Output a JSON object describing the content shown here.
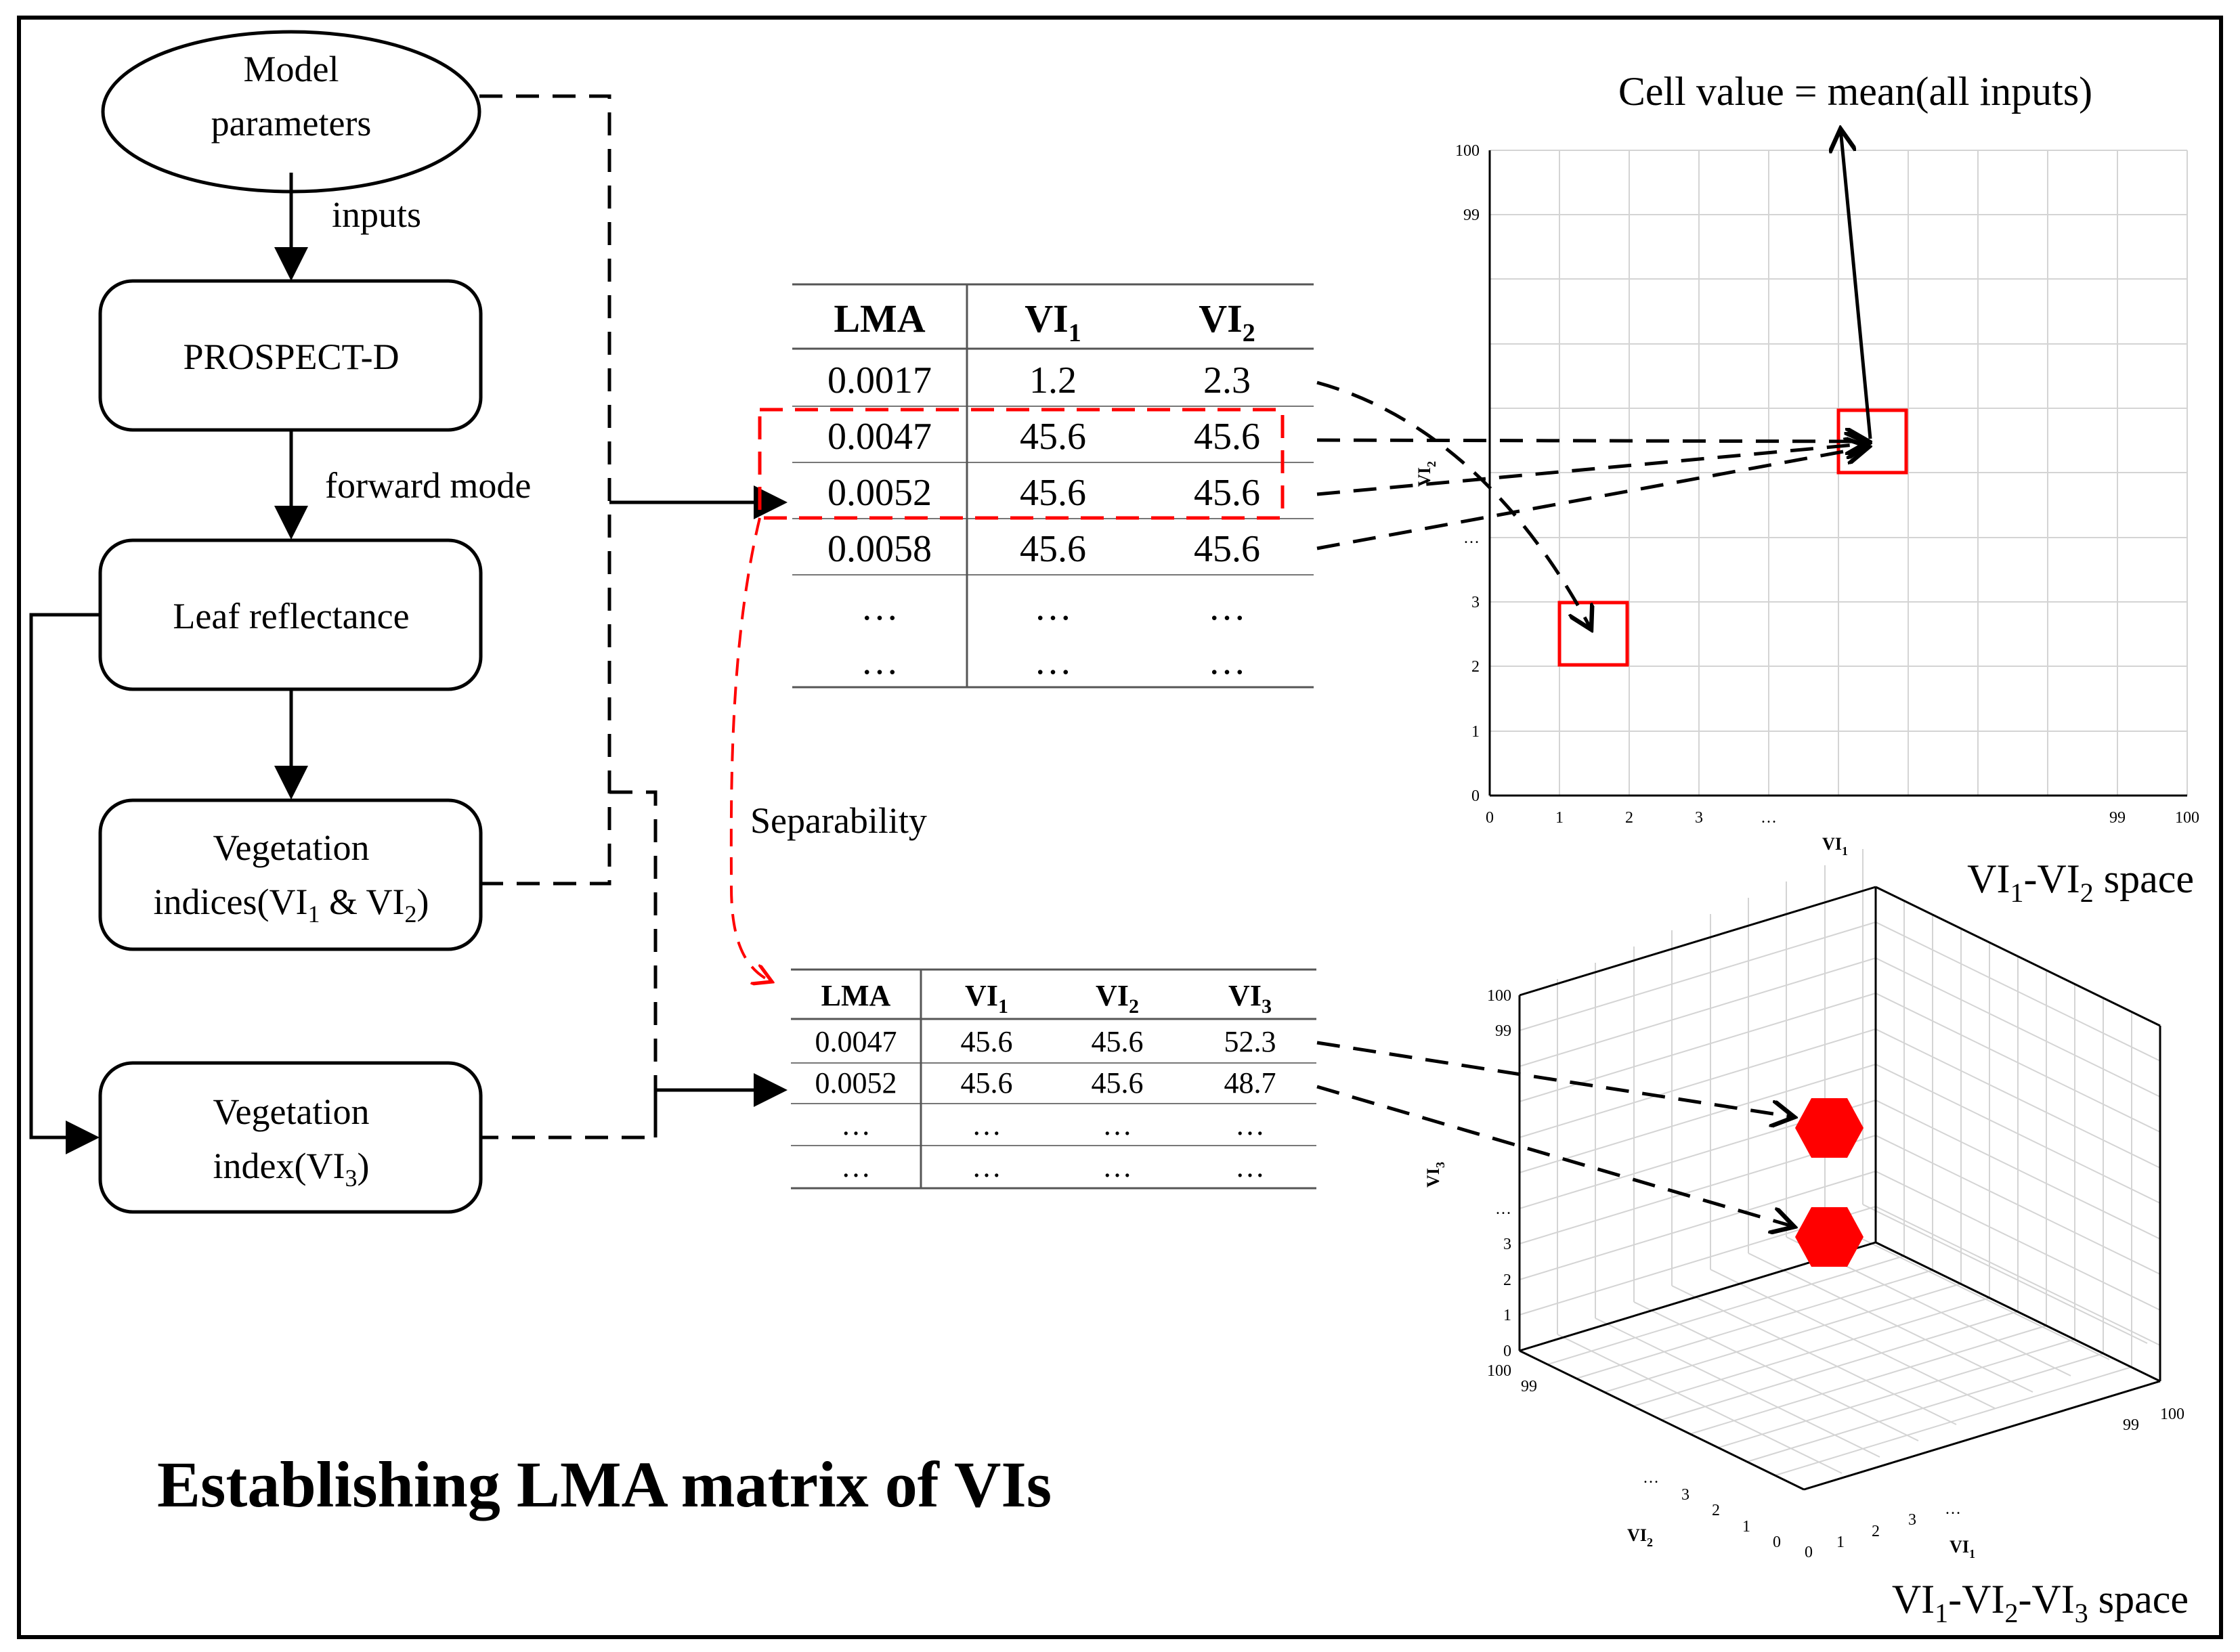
{
  "flowchart": {
    "model_parameters": [
      "Model",
      "parameters"
    ],
    "inputs_label": "inputs",
    "prospect": "PROSPECT-D",
    "forward_label": "forward mode",
    "leaf": "Leaf reflectance",
    "veg_indices_line1": "Vegetation",
    "veg_indices_line2": "indices(VI",
    "veg_indices_sub1": "1",
    "veg_indices_amp": " & VI",
    "veg_indices_sub2": "2",
    "veg_indices_end": ")",
    "veg_index_line1": "Vegetation",
    "veg_index_line2": "index(VI",
    "veg_index_sub": "3",
    "veg_index_end": ")"
  },
  "separability": "Separability",
  "table1": {
    "headers": [
      {
        "base": "LMA",
        "sub": ""
      },
      {
        "base": "VI",
        "sub": "1"
      },
      {
        "base": "VI",
        "sub": "2"
      }
    ],
    "rows": [
      [
        "0.0017",
        "1.2",
        "2.3"
      ],
      [
        "0.0047",
        "45.6",
        "45.6"
      ],
      [
        "0.0052",
        "45.6",
        "45.6"
      ],
      [
        "0.0058",
        "45.6",
        "45.6"
      ],
      [
        "…",
        "…",
        "…"
      ],
      [
        "…",
        "…",
        "…"
      ]
    ]
  },
  "table2": {
    "headers": [
      {
        "base": "LMA",
        "sub": ""
      },
      {
        "base": "VI",
        "sub": "1"
      },
      {
        "base": "VI",
        "sub": "2"
      },
      {
        "base": "VI",
        "sub": "3"
      }
    ],
    "rows": [
      [
        "0.0047",
        "45.6",
        "45.6",
        "52.3"
      ],
      [
        "0.0052",
        "45.6",
        "45.6",
        "48.7"
      ],
      [
        "…",
        "…",
        "…",
        "…"
      ],
      [
        "…",
        "…",
        "…",
        "…"
      ]
    ]
  },
  "grid2d": {
    "cell_value_label": "Cell value = mean(all inputs)",
    "x_ticks": [
      "0",
      "1",
      "2",
      "3",
      "…",
      "99",
      "100"
    ],
    "y_ticks": [
      "0",
      "1",
      "2",
      "3",
      "…",
      "99",
      "100"
    ],
    "x_label": {
      "base": "VI",
      "sub": "1"
    },
    "y_label": {
      "base": "VI",
      "sub": "2"
    },
    "caption": {
      "a": "VI",
      "a_sub": "1",
      "b": "-VI",
      "b_sub": "2",
      "c": " space"
    }
  },
  "grid3d": {
    "z_ticks": [
      "0",
      "1",
      "2",
      "3",
      "…",
      "99",
      "100"
    ],
    "left_ticks": [
      "100",
      "99",
      "…",
      "3",
      "2",
      "1",
      "0"
    ],
    "right_ticks": [
      "0",
      "1",
      "2",
      "3",
      "…",
      "99",
      "100"
    ],
    "x_label": {
      "base": "VI",
      "sub": "1"
    },
    "y_label": {
      "base": "VI",
      "sub": "2"
    },
    "z_label": {
      "base": "VI",
      "sub": "3"
    },
    "caption": {
      "a": "VI",
      "a_sub": "1",
      "b": "-VI",
      "b_sub": "2",
      "c": "-VI",
      "c_sub": "3",
      "d": " space"
    }
  },
  "title": "Establishing LMA matrix of VIs",
  "colors": {
    "highlight": "#ff0000",
    "grid": "#d4d4d4",
    "line": "#000000"
  }
}
